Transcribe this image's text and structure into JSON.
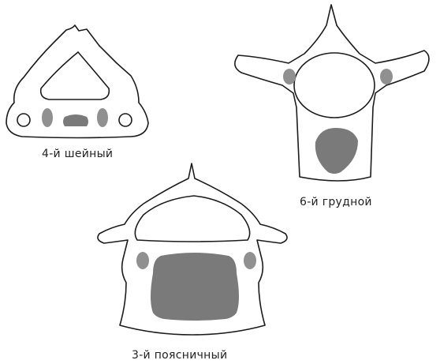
{
  "figure": {
    "cervical_label": "4-й шейный",
    "thoracic_label": "6-й грудной",
    "lumbar_label": "3-й поясничный"
  },
  "colors": {
    "outline": "#1c1c1c",
    "vertebral_body_fill": "#7a7a7a",
    "articular_facet_fill": "#909090",
    "background": "#ffffff"
  }
}
